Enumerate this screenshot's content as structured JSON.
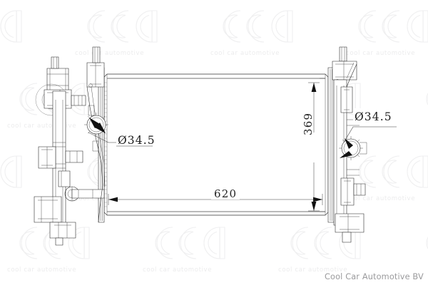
{
  "document": {
    "type": "technical-drawing",
    "subject": "automotive radiator",
    "background_color": "#ffffff"
  },
  "dimensions": {
    "width_label": "620",
    "height_label": "369",
    "inlet_diameter_label": "Ø34.5",
    "outlet_diameter_label": "Ø34.5"
  },
  "callouts": [
    {
      "id": "left-port",
      "label": "Ø34.5",
      "underlined": true
    },
    {
      "id": "right-port",
      "label": "Ø34.5",
      "underlined": false
    }
  ],
  "watermark": {
    "logo_text": "cca",
    "tagline": "cool car automotive",
    "color": "#efeff0",
    "columns": 4,
    "rows": 4
  },
  "footer": {
    "caption": "Cool Car Automotive BV",
    "color": "#9a9a9c"
  },
  "palette": {
    "line": "#1b1b1b",
    "dimension": "#3a3a3a",
    "text": "#232323",
    "watermark": "#efeff0",
    "caption": "#9a9a9c"
  }
}
